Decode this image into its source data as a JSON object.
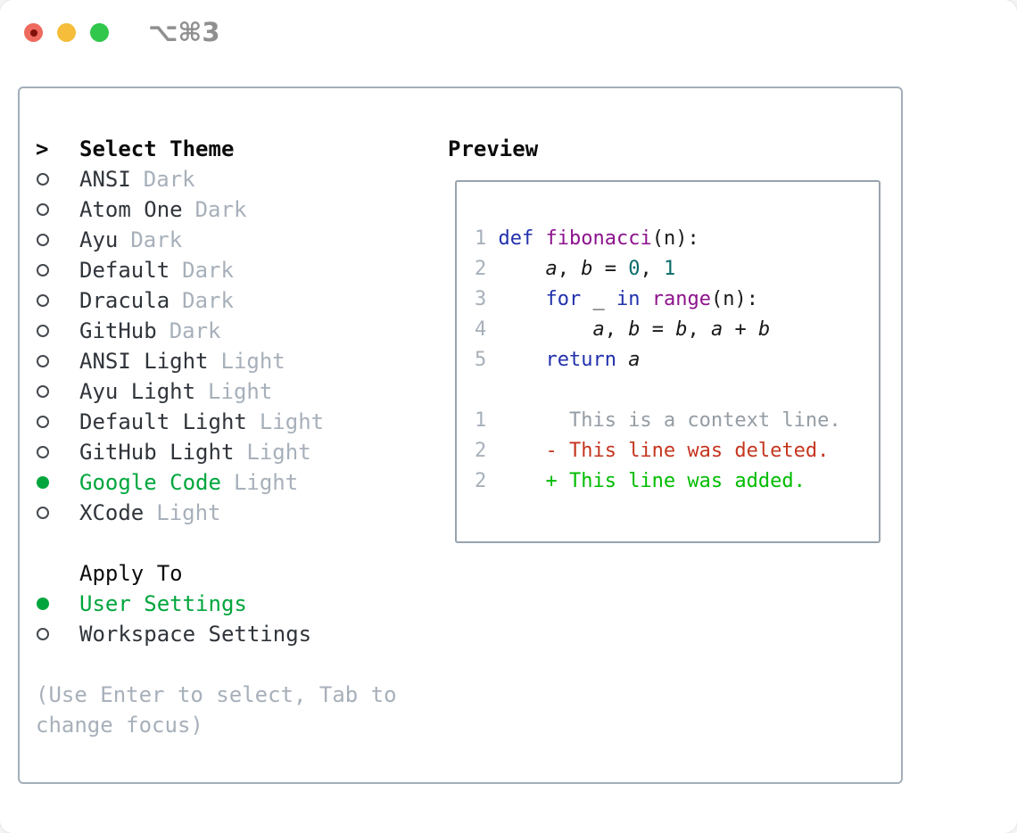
{
  "window": {
    "shortcut": "⌥⌘3",
    "traffic_lights": [
      {
        "name": "close",
        "color": "#ee6a5e"
      },
      {
        "name": "minimize",
        "color": "#f5bd39"
      },
      {
        "name": "zoom",
        "color": "#31c64c"
      }
    ]
  },
  "theme_panel": {
    "caret": ">",
    "title": "Select Theme",
    "items": [
      {
        "name": "ANSI",
        "variant": "Dark",
        "selected": false
      },
      {
        "name": "Atom One",
        "variant": "Dark",
        "selected": false
      },
      {
        "name": "Ayu",
        "variant": "Dark",
        "selected": false
      },
      {
        "name": "Default",
        "variant": "Dark",
        "selected": false
      },
      {
        "name": "Dracula",
        "variant": "Dark",
        "selected": false
      },
      {
        "name": "GitHub",
        "variant": "Dark",
        "selected": false
      },
      {
        "name": "ANSI Light",
        "variant": "Light",
        "selected": false
      },
      {
        "name": "Ayu Light",
        "variant": "Light",
        "selected": false
      },
      {
        "name": "Default Light",
        "variant": "Light",
        "selected": false
      },
      {
        "name": "GitHub Light",
        "variant": "Light",
        "selected": false
      },
      {
        "name": "Google Code",
        "variant": "Light",
        "selected": true
      },
      {
        "name": "XCode",
        "variant": "Light",
        "selected": false
      }
    ],
    "apply_to": {
      "title": "Apply To",
      "options": [
        {
          "label": "User Settings",
          "selected": true
        },
        {
          "label": "Workspace Settings",
          "selected": false
        }
      ]
    },
    "help_lines": [
      "(Use Enter to select, Tab to",
      "change focus)"
    ]
  },
  "preview_panel": {
    "title": "Preview",
    "code_lines": [
      {
        "num": "1",
        "tokens": [
          {
            "t": "kwd",
            "s": "def"
          },
          {
            "t": "pln",
            "s": " "
          },
          {
            "t": "typ",
            "s": "fibonacci"
          },
          {
            "t": "pln",
            "s": "(n):"
          }
        ]
      },
      {
        "num": "2",
        "tokens": [
          {
            "t": "pln",
            "s": "    "
          },
          {
            "t": "var",
            "s": "a"
          },
          {
            "t": "pln",
            "s": ", "
          },
          {
            "t": "var",
            "s": "b"
          },
          {
            "t": "pln",
            "s": " = "
          },
          {
            "t": "lit",
            "s": "0"
          },
          {
            "t": "pln",
            "s": ", "
          },
          {
            "t": "lit",
            "s": "1"
          }
        ]
      },
      {
        "num": "3",
        "tokens": [
          {
            "t": "pln",
            "s": "    "
          },
          {
            "t": "kwd",
            "s": "for"
          },
          {
            "t": "pln",
            "s": " _ "
          },
          {
            "t": "kwd",
            "s": "in"
          },
          {
            "t": "pln",
            "s": " "
          },
          {
            "t": "typ",
            "s": "range"
          },
          {
            "t": "pln",
            "s": "(n):"
          }
        ]
      },
      {
        "num": "4",
        "tokens": [
          {
            "t": "pln",
            "s": "        "
          },
          {
            "t": "var",
            "s": "a"
          },
          {
            "t": "pln",
            "s": ", "
          },
          {
            "t": "var",
            "s": "b"
          },
          {
            "t": "pln",
            "s": " = "
          },
          {
            "t": "var",
            "s": "b"
          },
          {
            "t": "pln",
            "s": ", "
          },
          {
            "t": "var",
            "s": "a"
          },
          {
            "t": "pln",
            "s": " + "
          },
          {
            "t": "var",
            "s": "b"
          }
        ]
      },
      {
        "num": "5",
        "tokens": [
          {
            "t": "pln",
            "s": "    "
          },
          {
            "t": "kwd",
            "s": "return"
          },
          {
            "t": "pln",
            "s": " "
          },
          {
            "t": "var",
            "s": "a"
          }
        ]
      }
    ],
    "diff_lines": [
      {
        "num": "1",
        "sign": "",
        "text": "This is a context line.",
        "kind": "context"
      },
      {
        "num": "2",
        "sign": "-",
        "text": "This line was deleted.",
        "kind": "deleted"
      },
      {
        "num": "2",
        "sign": "+",
        "text": "This line was added.",
        "kind": "added"
      }
    ]
  },
  "colors": {
    "selected_green": "#00a63d",
    "diff_added": "#00bc00",
    "diff_deleted": "#c5351f",
    "diff_context": "#949ca4",
    "syntax_keyword": "#2130ac",
    "syntax_function": "#8c128c",
    "syntax_literal": "#0c6b6b",
    "muted_gray": "#a7b0ba",
    "box_border": "#a3aeb9"
  }
}
